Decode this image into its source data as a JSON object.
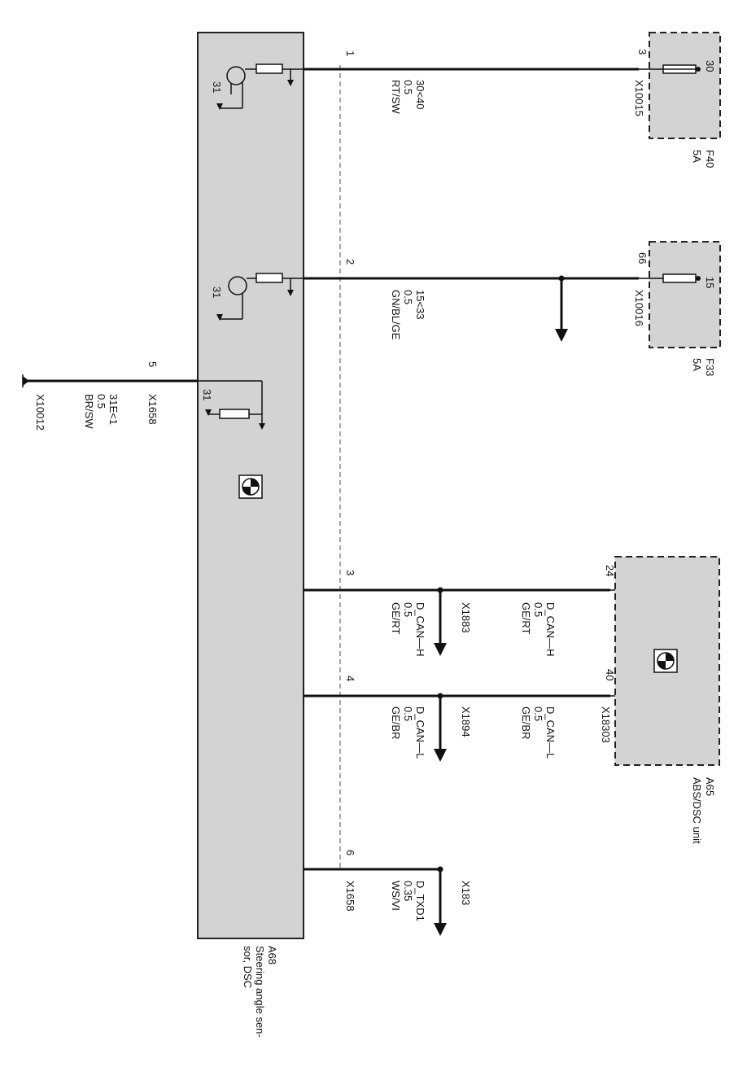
{
  "sensor": {
    "id": "A68",
    "name_line1": "Steering angle sen-",
    "name_line2": "sor, DSC"
  },
  "abs_unit": {
    "id": "A65",
    "name": "ABS/DSC unit",
    "connector": "X18303"
  },
  "fuses": [
    {
      "id": "F40",
      "rating": "5A",
      "terminal": "30",
      "pin": "3",
      "connector": "X10015"
    },
    {
      "id": "F33",
      "rating": "5A",
      "terminal": "15",
      "pin": "66",
      "connector": "X10016"
    }
  ],
  "ground_symbol_label": "31",
  "wires": [
    {
      "pin": "1",
      "signal": "30<40",
      "size": "0.5",
      "color": "RT/SW"
    },
    {
      "pin": "2",
      "signal": "15<33",
      "size": "0.5",
      "color": "GN/BL/GE"
    },
    {
      "pin": "3",
      "signal": "D_CAN—H",
      "size": "0.5",
      "color": "GE/RT",
      "splice": "X1883",
      "far_signal": "D_CAN—H",
      "far_size": "0.5",
      "far_color": "GE/RT",
      "far_pin": "24"
    },
    {
      "pin": "4",
      "signal": "D_CAN—L",
      "size": "0.5",
      "color": "GE/BR",
      "splice": "X1894",
      "far_signal": "D_CAN—L",
      "far_size": "0.5",
      "far_color": "GE/BR",
      "far_pin": "40"
    },
    {
      "pin": "6",
      "signal": "D_TXD1",
      "size": "0.35",
      "color": "WS/VI",
      "splice": "X183",
      "connector": "X1658"
    }
  ],
  "ground_wire": {
    "pin": "5",
    "connector": "X1658",
    "signal": "31E<1",
    "size": "0.5",
    "color": "BR/SW",
    "ground_point": "X10012"
  },
  "icons": [
    "transistor-icon",
    "resistor-icon",
    "ground-icon",
    "bmw-logo-icon",
    "fuse-icon",
    "arrow-down-icon"
  ]
}
